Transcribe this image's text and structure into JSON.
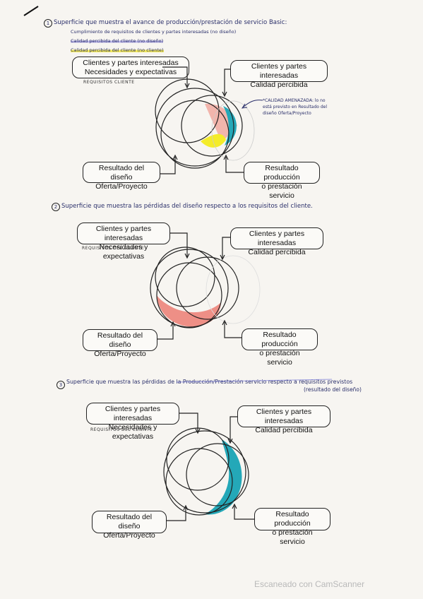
{
  "section1": {
    "number": "1",
    "heading": "Superficie que muestra el avance de producción/prestación de servicio Basic:",
    "bullets": [
      "Cumplimiento de requisitos de clientes y partes interesadas (no diseño)",
      "Calidad percibida del cliente (no diseño)",
      "Calidad percibida del cliente (no cliente)"
    ],
    "box_clients": [
      "Clientes y partes interesadas",
      "Necesidades  y expectativas"
    ],
    "box_quality": [
      "Clientes y partes interesadas",
      "Calidad percibida"
    ],
    "box_design": [
      "Resultado del diseño",
      "Oferta/Proyecto"
    ],
    "box_production": [
      "Resultado producción",
      "o prestación servicio"
    ],
    "requirements_label": "REQUISITOS CLIENTE",
    "annotation": [
      "*CALIDAD AMENAZADA: lo no",
      "está previsto en Resultado del",
      "diseño Oferta/Proyecto"
    ]
  },
  "section2": {
    "number": "2",
    "heading": "Superficie que muestra las pérdidas del diseño respecto a los requisitos del cliente.",
    "box_clients": [
      "Clientes y partes interesadas",
      "Necesidades  y expectativas"
    ],
    "box_quality": [
      "Clientes y partes interesadas",
      "Calidad percibida"
    ],
    "box_design": [
      "Resultado del diseño",
      "Oferta/Proyecto"
    ],
    "box_production": [
      "Resultado producción",
      "o prestación servicio"
    ],
    "requirements_label": "REQUISITOS DEL CLIENTE"
  },
  "section3": {
    "number": "3",
    "heading": "Superficie que muestra las pérdidas de la Producción/Prestación servicio respecto a requisitos previstos",
    "heading_tail": "(resultado del diseño)",
    "box_clients": [
      "Clientes y partes interesadas",
      "Necesidades  y expectativas"
    ],
    "box_quality": [
      "Clientes y partes interesadas",
      "Calidad percibida"
    ],
    "box_design": [
      "Resultado del diseño",
      "Oferta/Proyecto"
    ],
    "box_production": [
      "Resultado producción",
      "o prestación servicio"
    ],
    "requirements_label": "REQUISITOS DEL CLIENTE"
  },
  "footer": "Escaneado con CamScanner",
  "colors": {
    "pink": "#f1a9a0",
    "red": "#ee8f86",
    "cyan": "#24a8b8",
    "yellow": "#f4ec2a",
    "ink": "#2a2f6a"
  }
}
